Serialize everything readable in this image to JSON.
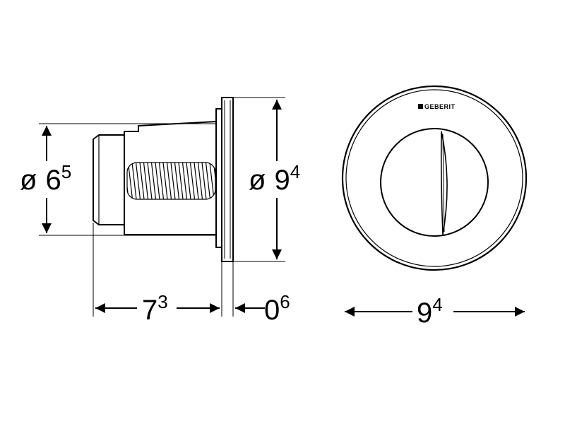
{
  "diagram": {
    "brand": "GEBERIT",
    "dimensions": {
      "inner_diameter": {
        "prefix": "ø",
        "main": "6",
        "sup": "5"
      },
      "outer_diameter_side": {
        "prefix": "ø",
        "main": "9",
        "sup": "4"
      },
      "depth": {
        "main": "7",
        "sup": "3"
      },
      "plate_thickness": {
        "main": "0",
        "sup": "6"
      },
      "front_width": {
        "main": "9",
        "sup": "4"
      }
    }
  }
}
